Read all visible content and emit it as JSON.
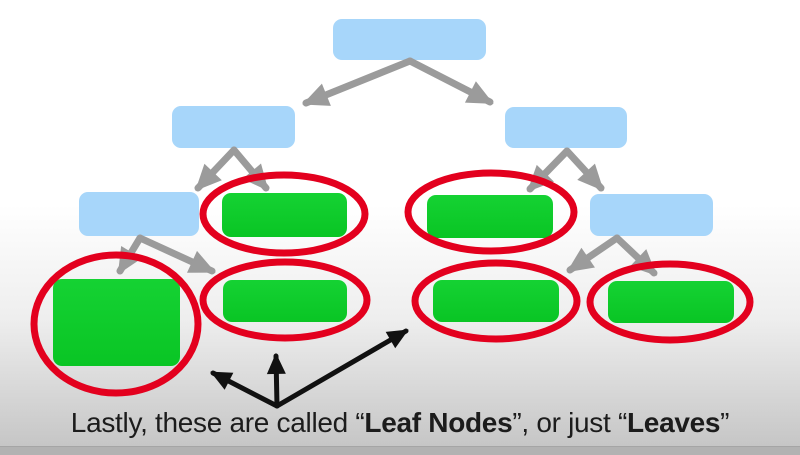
{
  "caption": {
    "segments": [
      {
        "text": "Lastly, these are called “",
        "bold": false
      },
      {
        "text": "Leaf Nodes",
        "bold": true
      },
      {
        "text": "”, or just “",
        "bold": false
      },
      {
        "text": "Leaves",
        "bold": true
      },
      {
        "text": "”",
        "bold": false
      }
    ]
  },
  "tree": {
    "levels": 4,
    "nodes": [
      {
        "id": "root",
        "level": 1,
        "kind": "internal",
        "highlighted": false
      },
      {
        "id": "left",
        "level": 2,
        "kind": "internal",
        "highlighted": false
      },
      {
        "id": "right",
        "level": 2,
        "kind": "internal",
        "highlighted": false
      },
      {
        "id": "left-left",
        "level": 3,
        "kind": "internal",
        "highlighted": false
      },
      {
        "id": "left-right",
        "level": 3,
        "kind": "leaf",
        "highlighted": true
      },
      {
        "id": "right-left",
        "level": 3,
        "kind": "leaf",
        "highlighted": true
      },
      {
        "id": "right-right",
        "level": 3,
        "kind": "internal",
        "highlighted": false
      },
      {
        "id": "left-left-left",
        "level": 4,
        "kind": "leaf",
        "highlighted": true
      },
      {
        "id": "left-left-right",
        "level": 4,
        "kind": "leaf",
        "highlighted": true
      },
      {
        "id": "right-right-left",
        "level": 4,
        "kind": "leaf",
        "highlighted": true
      },
      {
        "id": "right-right-right",
        "level": 4,
        "kind": "leaf",
        "highlighted": true
      }
    ],
    "highlighted_leaf_count": 6,
    "pointer_arrow_count": 3
  },
  "colors": {
    "internal_node_fill": "#a7d6fa",
    "leaf_node_fill_top": "#15d233",
    "leaf_node_fill_bottom": "#09c524",
    "highlight_ring": "#e3001e",
    "tree_arrow": "#9b9b9b",
    "pointer_arrow": "#111111",
    "caption_text": "#1c1c1c"
  }
}
